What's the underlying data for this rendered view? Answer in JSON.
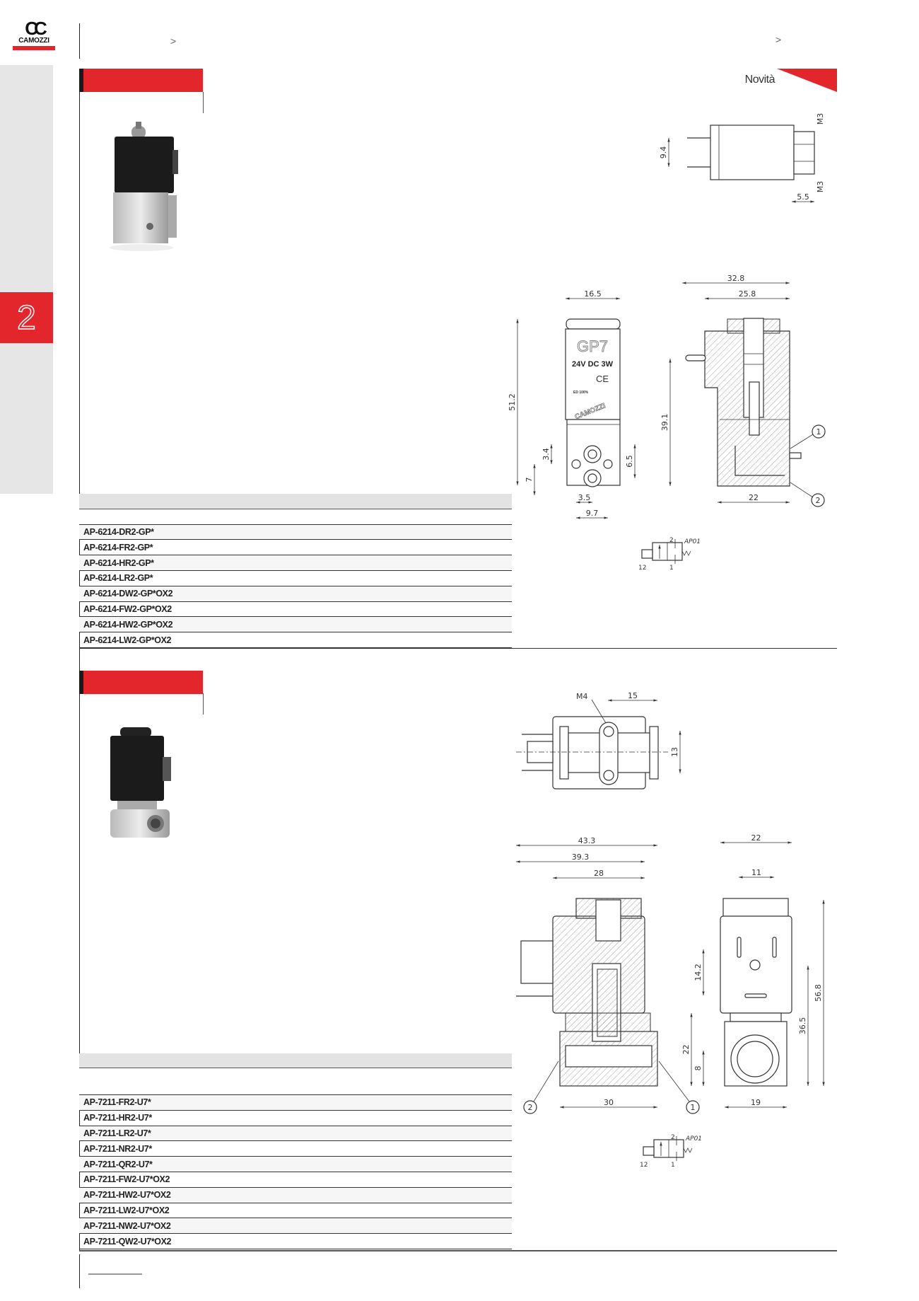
{
  "brand": {
    "name": "CAMOZZI",
    "accent": "#e3262b"
  },
  "header": {
    "chevron_1": ">",
    "chevron_2": ">"
  },
  "sidebar": {
    "chapter": "2"
  },
  "section1": {
    "badge": "Novità",
    "codes": [
      "AP-6214-DR2-GP*",
      "AP-6214-FR2-GP*",
      "AP-6214-HR2-GP*",
      "AP-6214-LR2-GP*",
      "AP-6214-DW2-GP*OX2",
      "AP-6214-FW2-GP*OX2",
      "AP-6214-HW2-GP*OX2",
      "AP-6214-LW2-GP*OX2"
    ],
    "drawing": {
      "d_9_4": "9.4",
      "m3_top": "M3",
      "m3_bottom": "M3",
      "d_5_5": "5.5",
      "d_16_5": "16.5",
      "d_51_2": "51.2",
      "d_3_4": "3.4",
      "d_7": "7",
      "d_6_5": "6.5",
      "d_3_5": "3.5",
      "d_9_7": "9.7",
      "d_32_8": "32.8",
      "d_25_8": "25.8",
      "d_39_1": "39.1",
      "d_22": "22",
      "port_1": "1",
      "port_2": "2",
      "coil_model": "GP7",
      "coil_rating": "24V DC 3W",
      "coil_ce": "CE",
      "coil_ed": "ED 100%",
      "coil_brand": "CAMOZZI"
    },
    "symbol": {
      "port_2": "2",
      "port_1": "1",
      "port_12": "12",
      "code": "AP01"
    }
  },
  "section2": {
    "codes": [
      "AP-7211-FR2-U7*",
      "AP-7211-HR2-U7*",
      "AP-7211-LR2-U7*",
      "AP-7211-NR2-U7*",
      "AP-7211-QR2-U7*",
      "AP-7211-FW2-U7*OX2",
      "AP-7211-HW2-U7*OX2",
      "AP-7211-LW2-U7*OX2",
      "AP-7211-NW2-U7*OX2",
      "AP-7211-QW2-U7*OX2"
    ],
    "drawing": {
      "m4": "M4",
      "d_15": "15",
      "d_13": "13",
      "d_43_3": "43.3",
      "d_39_3": "39.3",
      "d_28": "28",
      "d_30": "30",
      "d_22_top": "22",
      "d_11": "11",
      "d_14_2": "14.2",
      "d_56_8": "56.8",
      "d_36_5": "36.5",
      "d_22_side": "22",
      "d_8": "8",
      "d_19": "19",
      "port_1": "1",
      "port_2": "2"
    },
    "symbol": {
      "port_2": "2",
      "port_1": "1",
      "port_12": "12",
      "code": "AP01"
    }
  }
}
